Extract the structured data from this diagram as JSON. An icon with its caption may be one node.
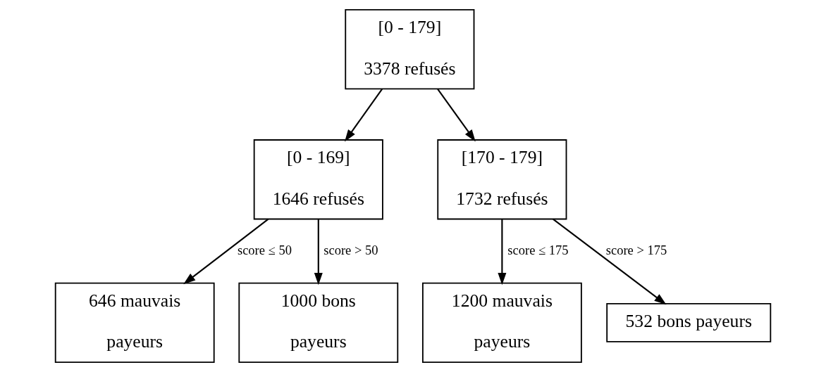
{
  "diagram": {
    "nodes": [
      {
        "text": [
          "[0 - 179]",
          "3378 refusés"
        ]
      },
      {
        "text": [
          "[0 - 169]",
          "1646 refusés"
        ]
      },
      {
        "text": [
          "[170 - 179]",
          "1732 refusés"
        ]
      },
      {
        "text": [
          "646 mauvais payeurs"
        ]
      },
      {
        "text": [
          "1000 bons payeurs"
        ]
      },
      {
        "text": [
          "1200 mauvais payeurs"
        ]
      },
      {
        "text": [
          "532 bons payeurs"
        ]
      }
    ],
    "edges": [
      {
        "from": 0,
        "to": 1,
        "arrow": "to"
      },
      {
        "from": 0,
        "to": 2,
        "arrow": "to"
      },
      {
        "from": 1,
        "to": 3,
        "arrow": "to",
        "label": "score ≤ 50"
      },
      {
        "from": 1,
        "to": 4,
        "arrow": "to",
        "label": "score > 50"
      },
      {
        "from": 2,
        "to": 5,
        "arrow": "to",
        "label": "score ≤ 175"
      },
      {
        "from": 2,
        "to": 6,
        "arrow": "to",
        "label": "score > 175"
      }
    ]
  }
}
